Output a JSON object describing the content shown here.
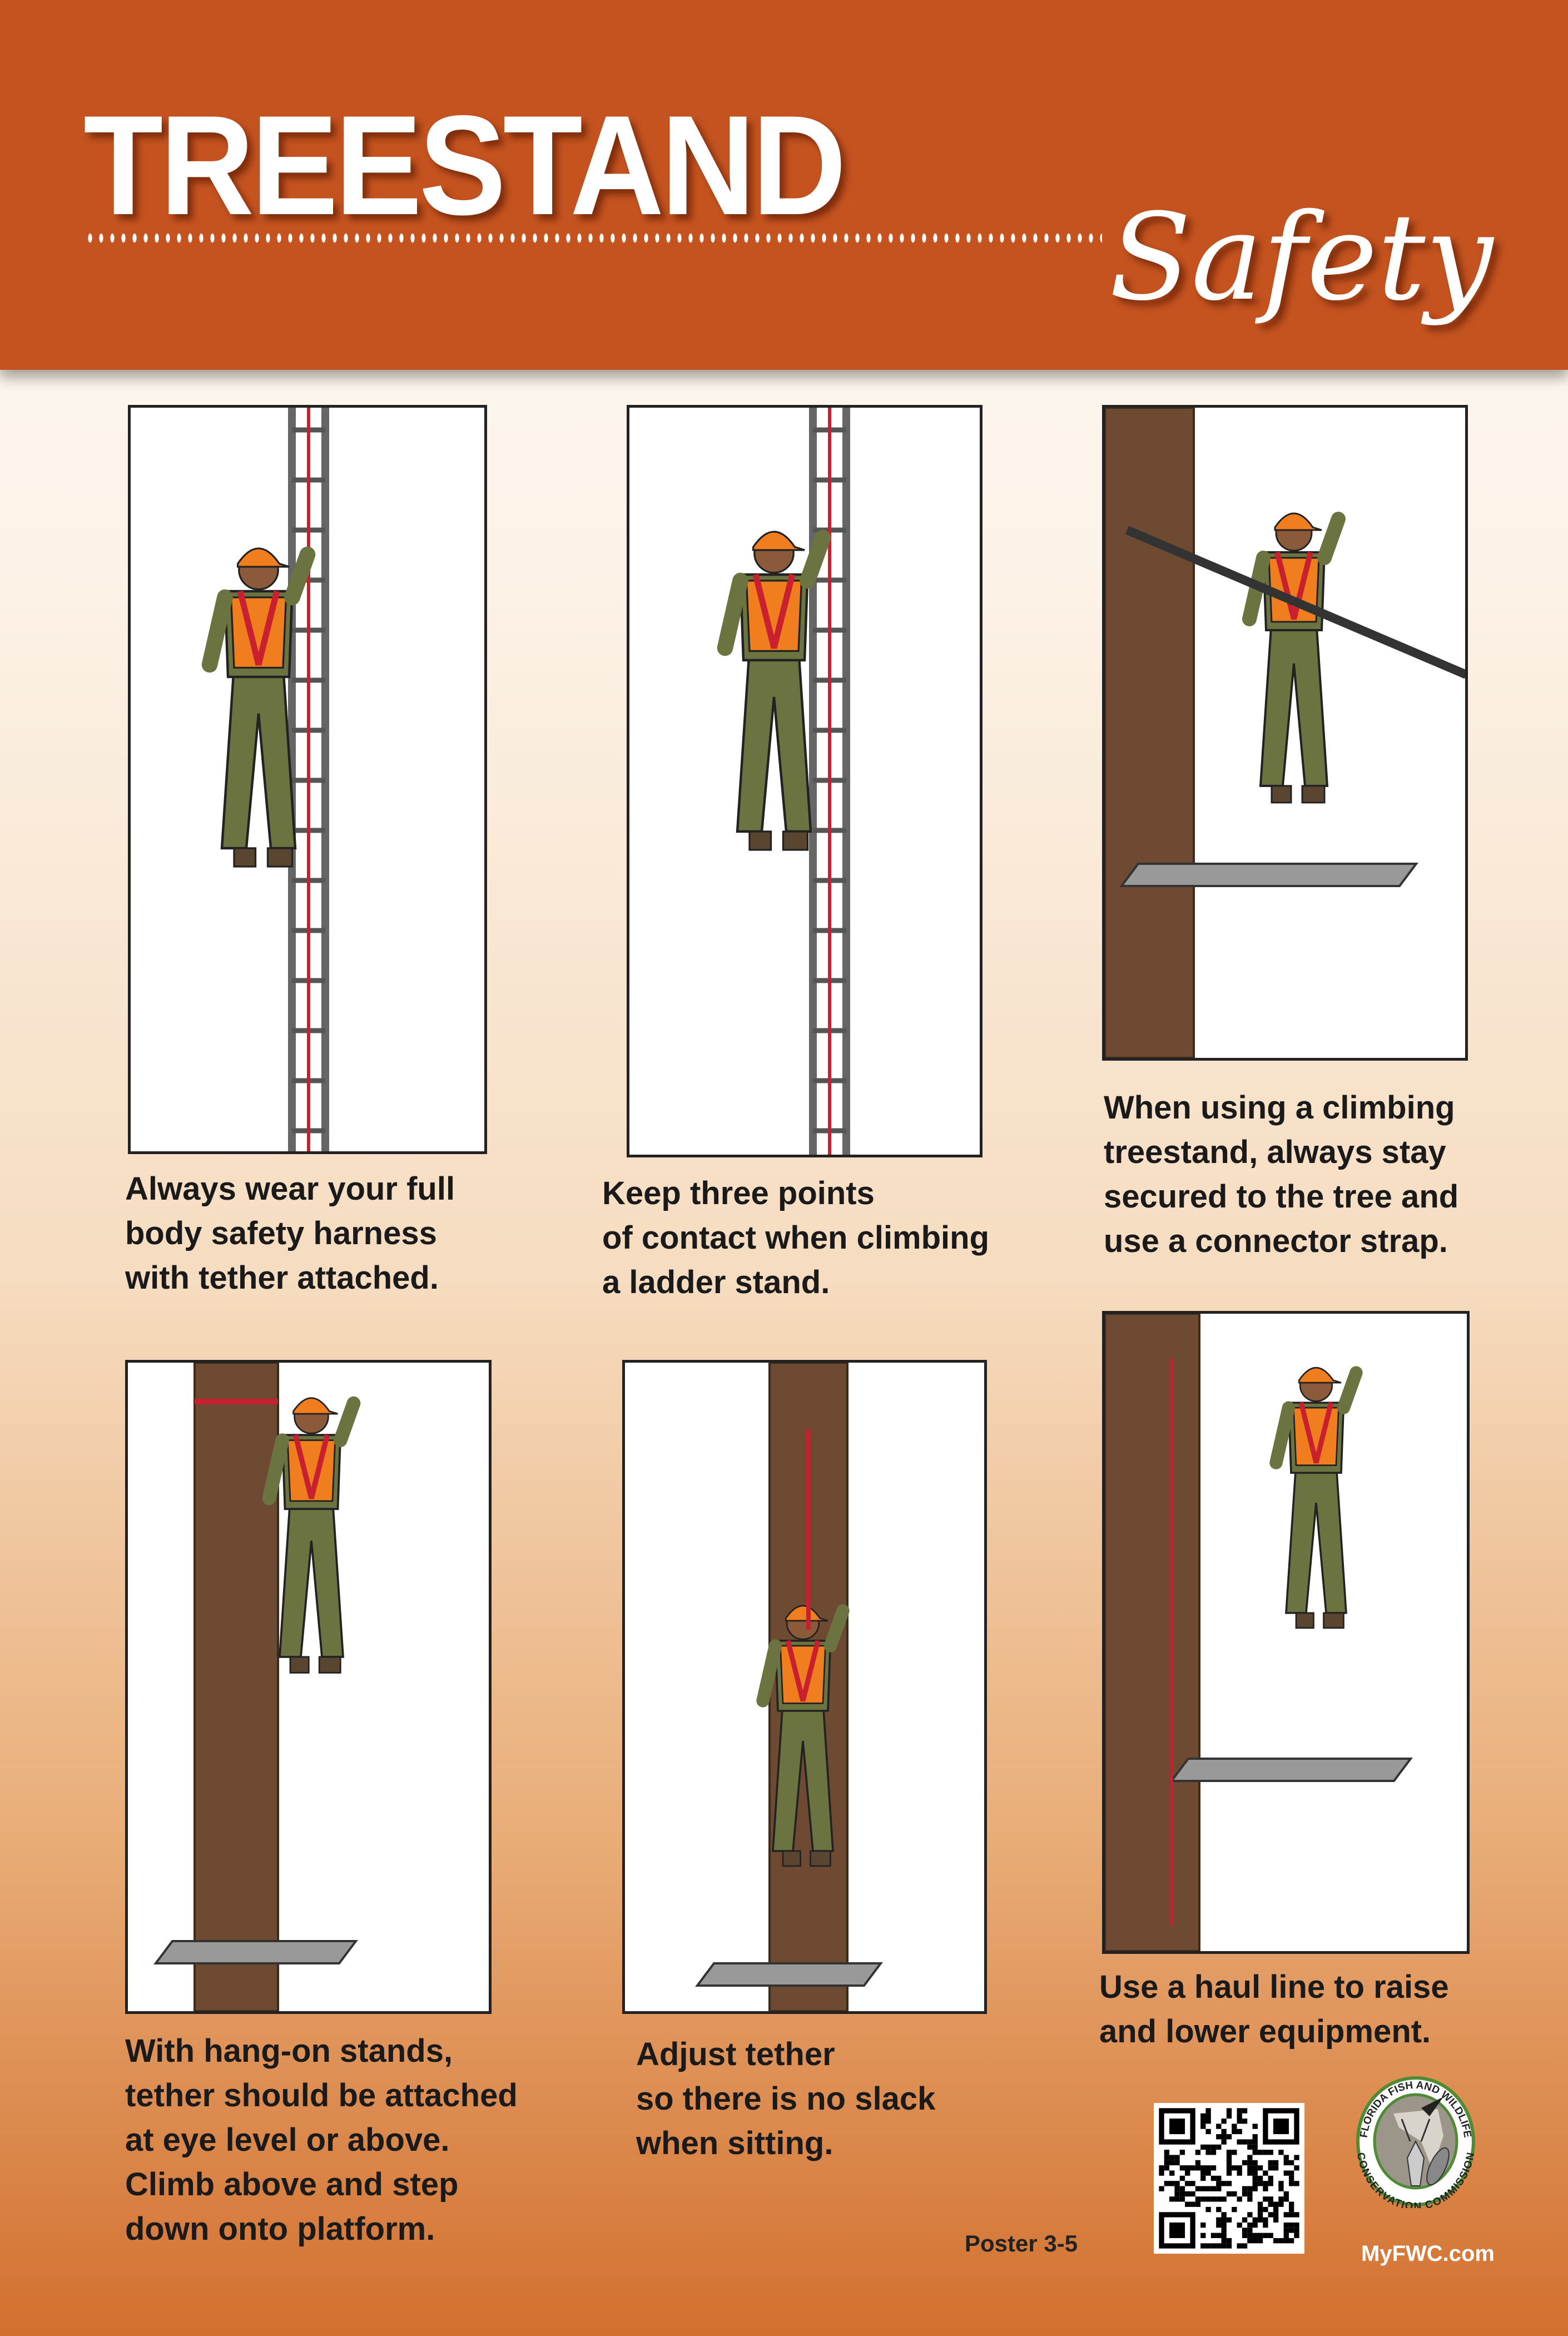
{
  "header": {
    "title": "TREESTAND",
    "subtitle": "Safety",
    "background_color": "#c4531f"
  },
  "panels": [
    {
      "scene": "ladder-climb-harness",
      "caption_lines": [
        "Always wear your full",
        "body safety harness",
        "with tether attached."
      ]
    },
    {
      "scene": "ladder-three-points",
      "caption_lines": [
        "Keep three points",
        "of contact when climbing",
        "a ladder stand."
      ]
    },
    {
      "scene": "climbing-stand",
      "caption_lines": [
        "When using a climbing",
        "treestand, always stay",
        "secured to the tree and",
        "use a connector strap."
      ]
    },
    {
      "scene": "hang-on-stand",
      "caption_lines": [
        "With hang-on stands,",
        "tether should be attached",
        "at eye level or above.",
        "Climb above and step",
        "down onto platform."
      ]
    },
    {
      "scene": "sitting-tether",
      "caption_lines": [
        "Adjust tether",
        "so there is no slack",
        "when sitting."
      ]
    },
    {
      "scene": "haul-line",
      "caption_lines": [
        "Use a haul line to raise",
        "and lower equipment."
      ]
    }
  ],
  "footer": {
    "poster_id": "Poster 3-5",
    "qr_icon": "qr-code-icon",
    "logo": {
      "top_text": "FLORIDA FISH AND WILDLIFE",
      "bottom_text": "CONSERVATION COMMISSION"
    },
    "website": "MyFWC.com"
  },
  "colors": {
    "blaze_orange": "#f07d1e",
    "harness_red": "#c8202e",
    "camo_green": "#6b7440",
    "logo_green": "#4f8a35"
  }
}
